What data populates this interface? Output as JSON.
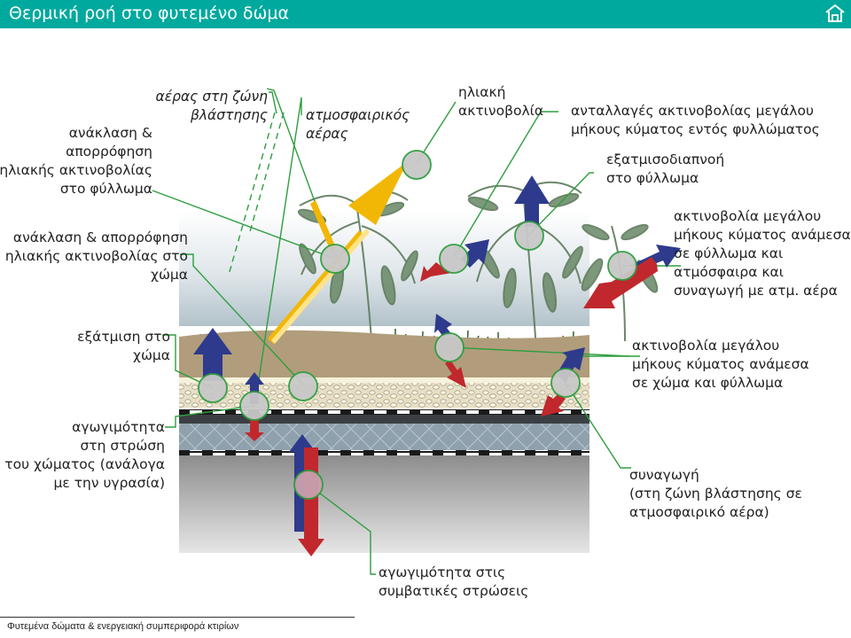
{
  "header": {
    "title": "Θερμική ροή στο φυτεμένο δώμα",
    "home_icon": "home-icon"
  },
  "colors": {
    "header_bg": "#00a99d",
    "leader_line": "#2e9e3e",
    "up_arrow": "#2e3a8c",
    "down_arrow": "#c0282d",
    "solar_arrow": "#f2b705",
    "node_fill": "#c5c5c5"
  },
  "labels": {
    "reflection_foliage": "ανάκλαση &\nαπορρόφηση\nηλιακής ακτινοβολίας\nστο φύλλωμα",
    "reflection_soil": "ανάκλαση & απορρόφηση\nηλιακής ακτινοβολίας στο\nχώμα",
    "evaporation_soil": "εξάτμιση στο\nχώμα",
    "conductivity_soil": "αγωγιμότητα\nστη στρώση\nτου χώματος (ανάλογα\nμε την υγρασία)",
    "air_vegetation": "αέρας στη ζώνη\nβλάστησης",
    "atmospheric_air": "ατμοσφαιρικός\nαέρας",
    "solar_radiation": "ηλιακή\nακτινοβολία",
    "longwave_within_foliage": "ανταλλαγές ακτινοβολίας μεγάλου\nμήκους κύματος εντός φυλλώματος",
    "evapotranspiration": "εξατμισοδιαπνοή\nστο φύλλωμα",
    "longwave_foliage_atmosphere": "ακτινοβολία μεγάλου\nμήκους κύματος ανάμεσα\nσε φύλλωμα και\nατμόσφαιρα και\nσυναγωγή με ατμ. αέρα",
    "longwave_soil_foliage": "ακτινοβολία μεγάλου\nμήκους κύματος ανάμεσα\nσε χώμα και φύλλωμα",
    "convection": "συναγωγή\n(στη ζώνη βλάστησης σε\nατμοσφαιρικό αέρα)",
    "conductivity_layers": "αγωγιμότητα στις\nσυμβατικές στρώσεις"
  },
  "footer": {
    "text": "Φυτεμένα δώματα & ενεργειακή συμπεριφορά κτιρίων"
  }
}
